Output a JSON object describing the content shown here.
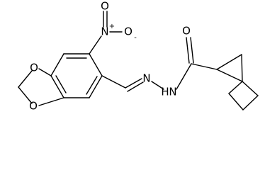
{
  "molecule": {
    "atoms": {
      "nitro_n": "N",
      "nitro_n_charge": "+",
      "nitro_o_top": "O",
      "nitro_o_right": "O",
      "nitro_o_right_charge": "-",
      "dioxole_o_upper": "O",
      "dioxole_o_lower": "O",
      "hydrazone_n_left": "N",
      "hydrazone_nh": "N",
      "hydrazone_h": "H",
      "carbonyl_o": "O"
    }
  }
}
